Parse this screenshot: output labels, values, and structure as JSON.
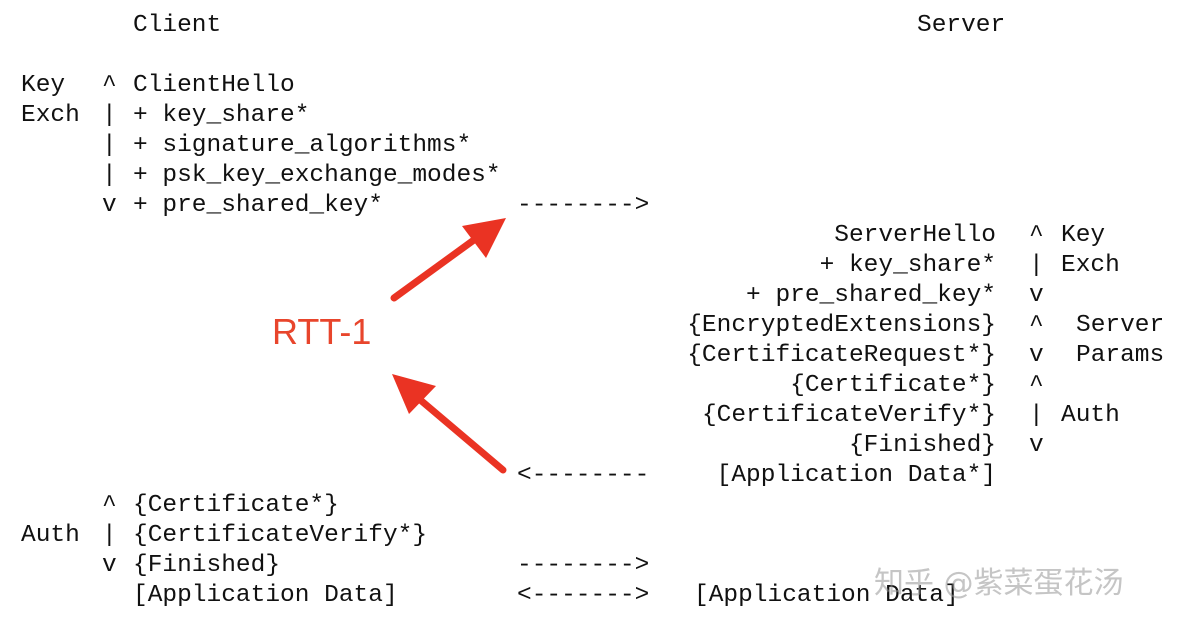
{
  "headers": {
    "client": "Client",
    "server": "Server"
  },
  "client_phase1": {
    "labels": [
      "Key",
      "Exch"
    ],
    "brackets": [
      "^",
      "|",
      "|",
      "|",
      "v"
    ],
    "messages": [
      "ClientHello",
      "+ key_share*",
      "+ signature_algorithms*",
      "+ psk_key_exchange_modes*",
      "+ pre_shared_key*"
    ]
  },
  "arrows": {
    "a1": "-------->",
    "a2": "<--------",
    "a3": "-------->",
    "a4": "<------->"
  },
  "server_phase": {
    "messages": [
      "ServerHello",
      "+ key_share*",
      "+ pre_shared_key*",
      "{EncryptedExtensions}",
      "{CertificateRequest*}",
      "{Certificate*}",
      "{CertificateVerify*}",
      "{Finished}",
      "[Application Data*]"
    ],
    "brackets": [
      "^",
      "|",
      "v",
      "^",
      "v",
      "^",
      "|",
      "v"
    ],
    "labels": [
      "Key",
      "Exch",
      "Server",
      "Params",
      "Auth"
    ]
  },
  "client_phase2": {
    "brackets": [
      "^",
      "|",
      "v"
    ],
    "label": "Auth",
    "messages": [
      "{Certificate*}",
      "{CertificateVerify*}",
      "{Finished}",
      "[Application Data]"
    ]
  },
  "server_final": "[Application Data]",
  "annotation": {
    "text": "RTT-1",
    "color": "#e8452c"
  },
  "watermark": "知乎 @紫菜蛋花汤"
}
